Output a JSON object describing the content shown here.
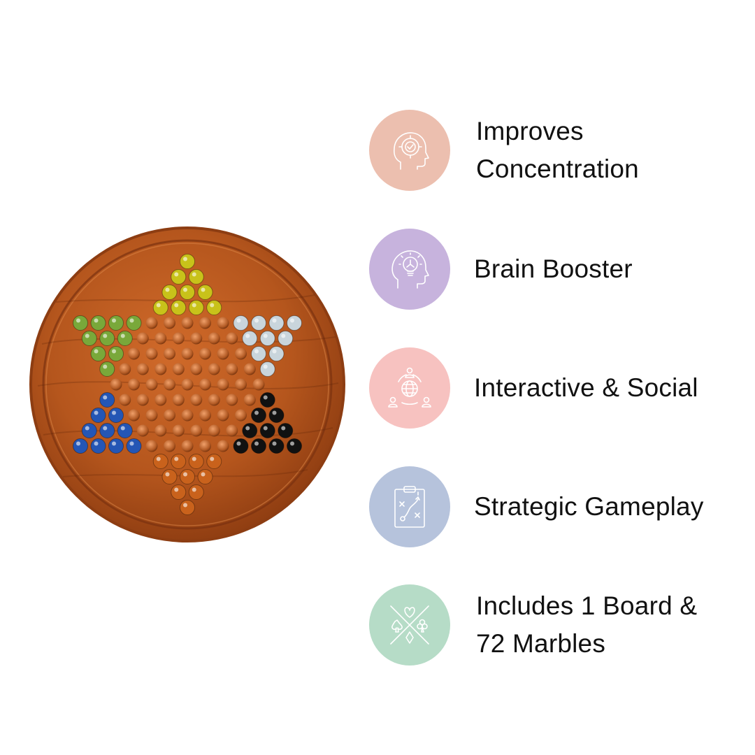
{
  "product_image": {
    "name": "Chinese checkers board with marbles",
    "board_color": "#b5561d",
    "marble_colors": {
      "yellow": "#c8c21a",
      "green": "#79a83a",
      "white": "#c9d5dc",
      "blue": "#2456b5",
      "black": "#111111",
      "orange": "#c9621c"
    }
  },
  "features": [
    {
      "label": "Improves\nConcentration",
      "icon": "head-target-icon",
      "color": "#ecbfaf"
    },
    {
      "label": "Brain Booster",
      "icon": "head-lightbulb-icon",
      "color": "#c7b3dd"
    },
    {
      "label": "Interactive & Social",
      "icon": "social-globe-icon",
      "color": "#f7c2c0"
    },
    {
      "label": "Strategic Gameplay",
      "icon": "strategy-clipboard-icon",
      "color": "#b6c3dc"
    },
    {
      "label": "Includes 1 Board &\n72 Marbles",
      "icon": "card-suits-icon",
      "color": "#b6dcc7"
    }
  ]
}
